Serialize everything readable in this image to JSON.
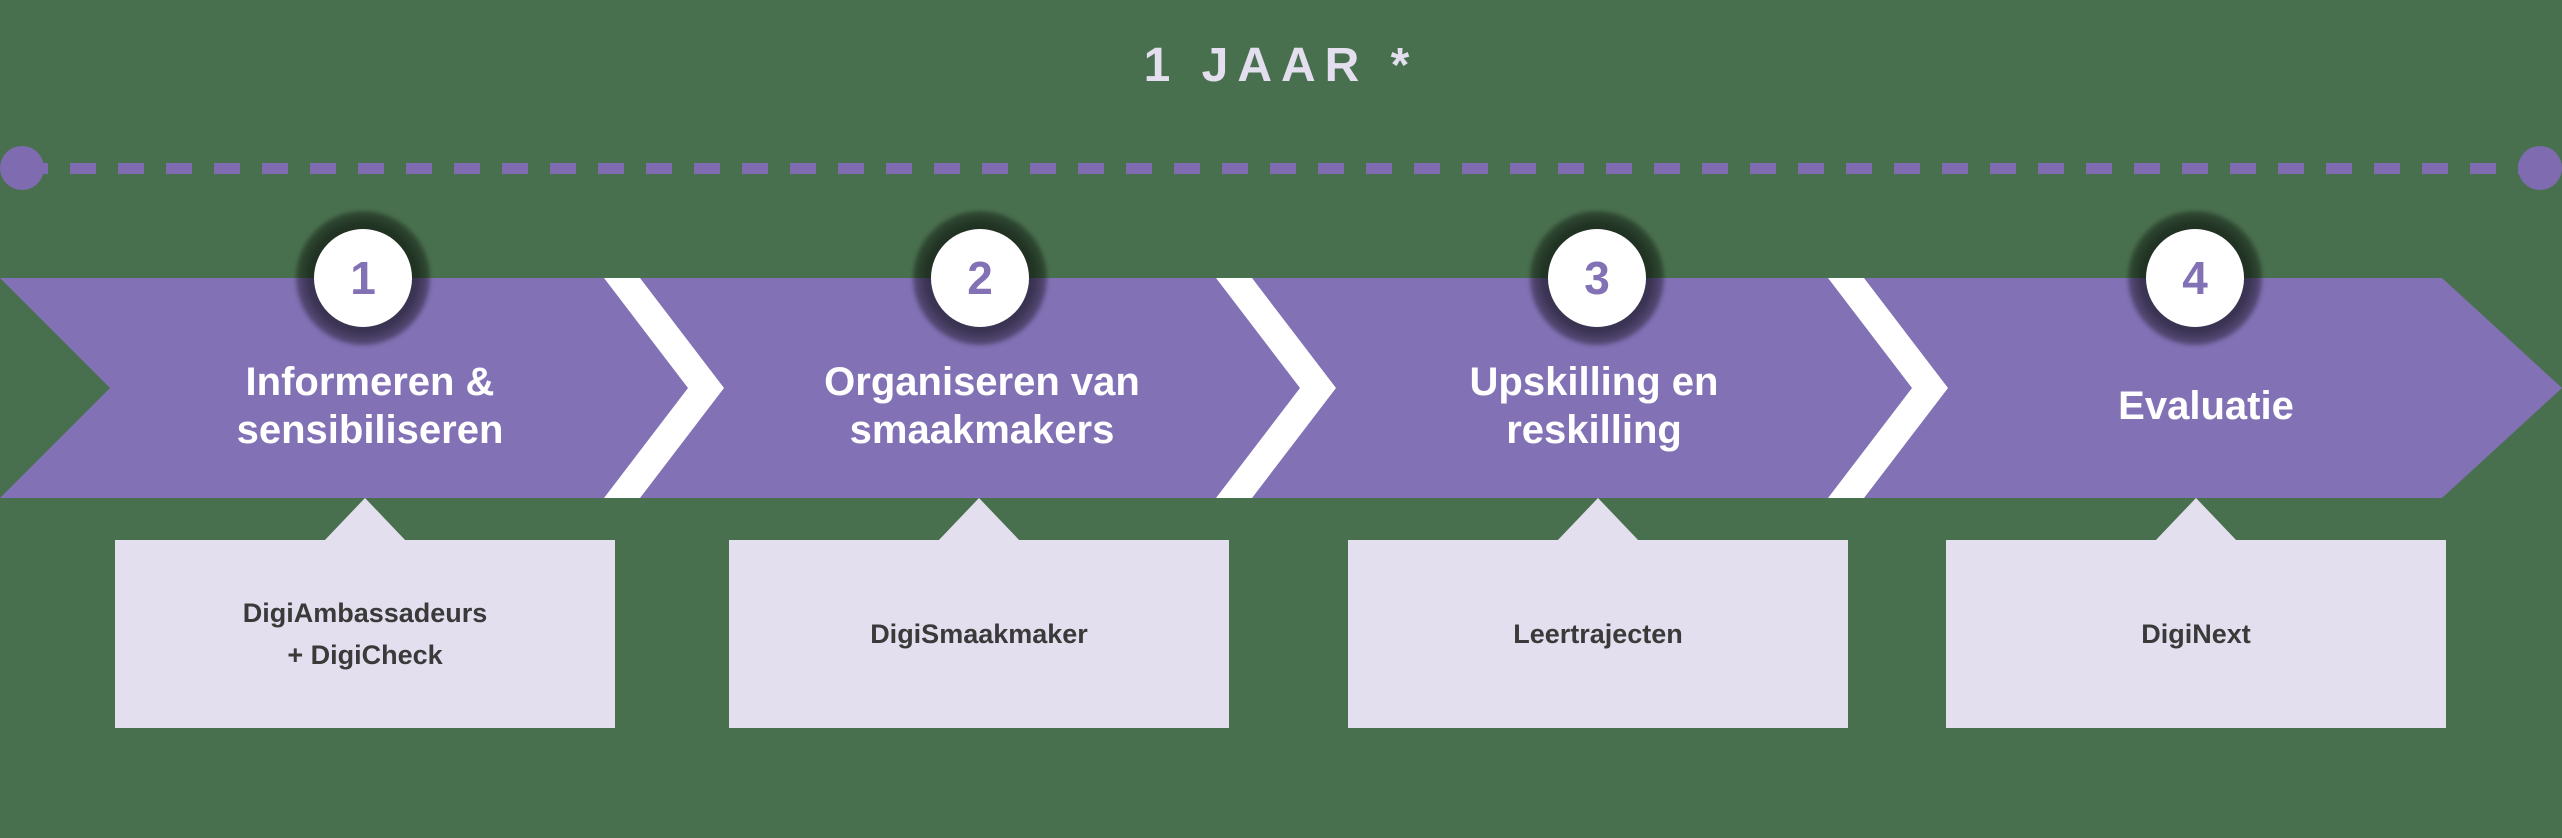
{
  "theme": {
    "background_color": "#49704E",
    "band_color": "#8271B5",
    "line_color": "#7E6BB0",
    "callout_color": "#E3DFEE",
    "title_color": "#E3DFEE",
    "label_color": "#FFFFFF",
    "badge_text_color": "#8271B5",
    "callout_text_color": "#3A3A3A",
    "separator_color": "#FFFFFF"
  },
  "timeline": {
    "title": "1 JAAR *",
    "line_style": "dashed",
    "endpoint_left": "circle",
    "endpoint_right": "circle"
  },
  "steps": [
    {
      "number": "1",
      "label": "Informeren &\nsensibiliseren",
      "callout": "DigiAmbassadeurs\n+ DigiCheck"
    },
    {
      "number": "2",
      "label": "Organiseren van\nsmaakmakers",
      "callout": "DigiSmaakmaker"
    },
    {
      "number": "3",
      "label": "Upskilling en\nreskilling",
      "callout": "Leertrajecten"
    },
    {
      "number": "4",
      "label": "Evaluatie",
      "callout": "DigiNext"
    }
  ]
}
